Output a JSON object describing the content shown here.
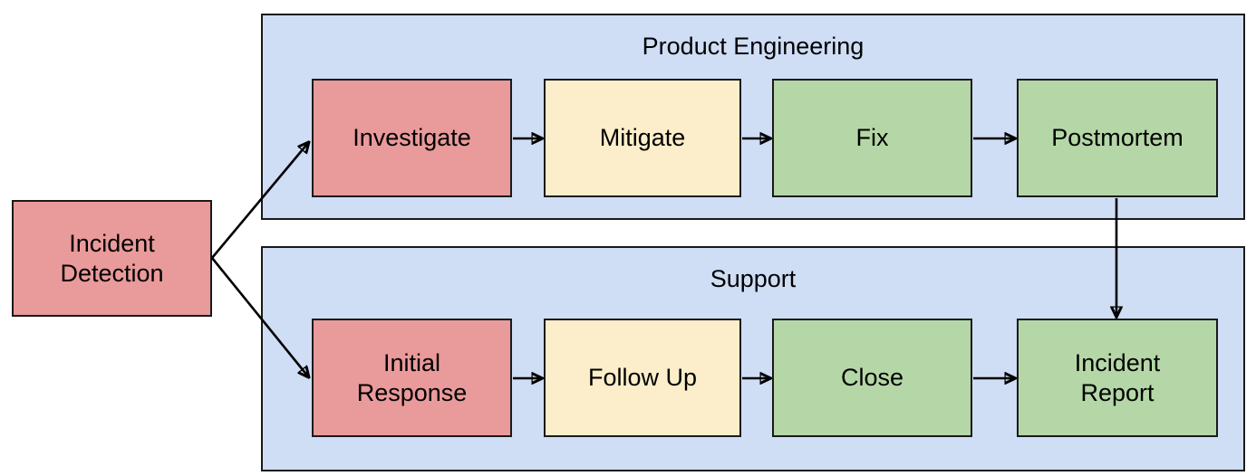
{
  "diagram": {
    "type": "flowchart",
    "title_visible": false,
    "palette": {
      "lane_fill": "#cfddf5",
      "lane_stroke": "#1a1a1a",
      "red_fill": "#e99a9a",
      "yellow_fill": "#fceeca",
      "green_fill": "#b5d7a7",
      "node_stroke": "#1a1a1a",
      "arrow_stroke": "#000000",
      "background": "#ffffff",
      "text": "#000000"
    },
    "lanes": [
      {
        "id": "product-engineering",
        "label": "Product Engineering"
      },
      {
        "id": "support",
        "label": "Support"
      }
    ],
    "start_node": {
      "id": "incident-detection",
      "label_lines": [
        "Incident",
        "Detection"
      ],
      "color": "red"
    },
    "engineering_nodes": [
      {
        "id": "investigate",
        "label_lines": [
          "Investigate"
        ],
        "color": "red"
      },
      {
        "id": "mitigate",
        "label_lines": [
          "Mitigate"
        ],
        "color": "yellow"
      },
      {
        "id": "fix",
        "label_lines": [
          "Fix"
        ],
        "color": "green"
      },
      {
        "id": "postmortem",
        "label_lines": [
          "Postmortem"
        ],
        "color": "green"
      }
    ],
    "support_nodes": [
      {
        "id": "initial-response",
        "label_lines": [
          "Initial",
          "Response"
        ],
        "color": "red"
      },
      {
        "id": "follow-up",
        "label_lines": [
          "Follow Up"
        ],
        "color": "yellow"
      },
      {
        "id": "close",
        "label_lines": [
          "Close"
        ],
        "color": "green"
      },
      {
        "id": "incident-report",
        "label_lines": [
          "Incident",
          "Report"
        ],
        "color": "green"
      }
    ],
    "edges": [
      {
        "from": "incident-detection",
        "to": "investigate",
        "style": "diagonal-up"
      },
      {
        "from": "incident-detection",
        "to": "initial-response",
        "style": "diagonal-down"
      },
      {
        "from": "investigate",
        "to": "mitigate",
        "style": "horizontal"
      },
      {
        "from": "mitigate",
        "to": "fix",
        "style": "horizontal"
      },
      {
        "from": "fix",
        "to": "postmortem",
        "style": "horizontal"
      },
      {
        "from": "initial-response",
        "to": "follow-up",
        "style": "horizontal"
      },
      {
        "from": "follow-up",
        "to": "close",
        "style": "horizontal"
      },
      {
        "from": "close",
        "to": "incident-report",
        "style": "horizontal"
      },
      {
        "from": "postmortem",
        "to": "incident-report",
        "style": "vertical-down"
      }
    ]
  },
  "labels": {
    "lane_product_engineering": "Product Engineering",
    "lane_support": "Support",
    "incident_detection_line1": "Incident",
    "incident_detection_line2": "Detection",
    "investigate": "Investigate",
    "mitigate": "Mitigate",
    "fix": "Fix",
    "postmortem": "Postmortem",
    "initial_response_line1": "Initial",
    "initial_response_line2": "Response",
    "follow_up": "Follow Up",
    "close": "Close",
    "incident_report_line1": "Incident",
    "incident_report_line2": "Report"
  }
}
